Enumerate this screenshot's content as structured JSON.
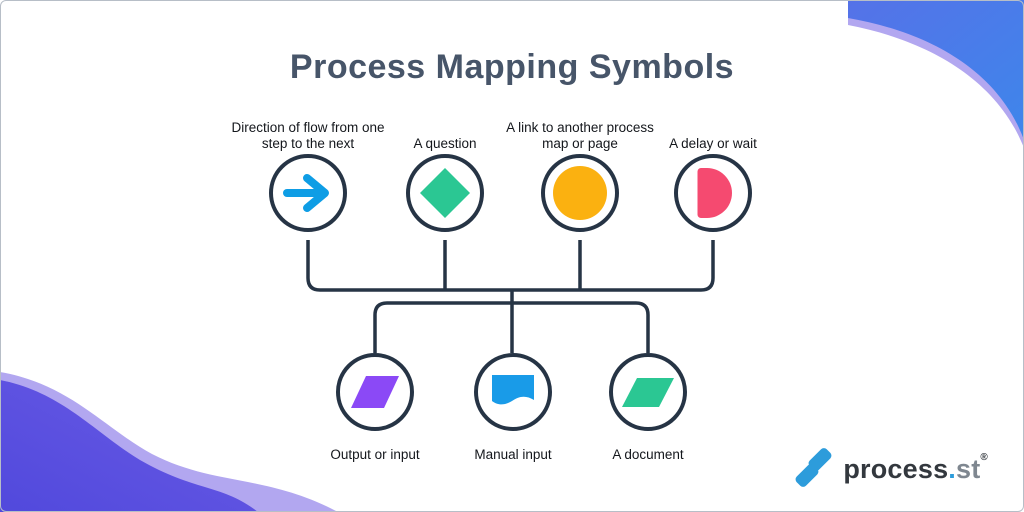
{
  "title": "Process Mapping Symbols",
  "colors": {
    "outline": "#263445",
    "title_text": "#475569",
    "label_text": "#14171c",
    "corner_blue_light": "#5572e8",
    "corner_blue_dark": "#3e86eb",
    "corner_purple_light": "#6a5be6",
    "corner_purple_dark": "#5149dc",
    "corner_lavender": "#b2a7f0",
    "logo_blue": "#2d9cdb",
    "logo_dark": "#33383e",
    "logo_gray": "#7f8790"
  },
  "top_row": [
    {
      "label": "Direction of flow from one step to the next",
      "symbol": "arrow-right",
      "color": "#0e9de5"
    },
    {
      "label": "A question",
      "symbol": "diamond",
      "color": "#2bc793"
    },
    {
      "label": "A link to another process map or page",
      "symbol": "circle",
      "color": "#fbb110"
    },
    {
      "label": "A delay or wait",
      "symbol": "half-circle",
      "color": "#f54a70"
    }
  ],
  "bottom_row": [
    {
      "label": "Output or input",
      "symbol": "parallelogram",
      "color": "#8b49f6"
    },
    {
      "label": "Manual input",
      "symbol": "wavy-rectangle",
      "color": "#199be8"
    },
    {
      "label": "A document",
      "symbol": "parallelogram",
      "color": "#2bc793"
    }
  ],
  "logo": {
    "name": "process",
    "dot": ".",
    "tld": "st",
    "registered": "®"
  }
}
